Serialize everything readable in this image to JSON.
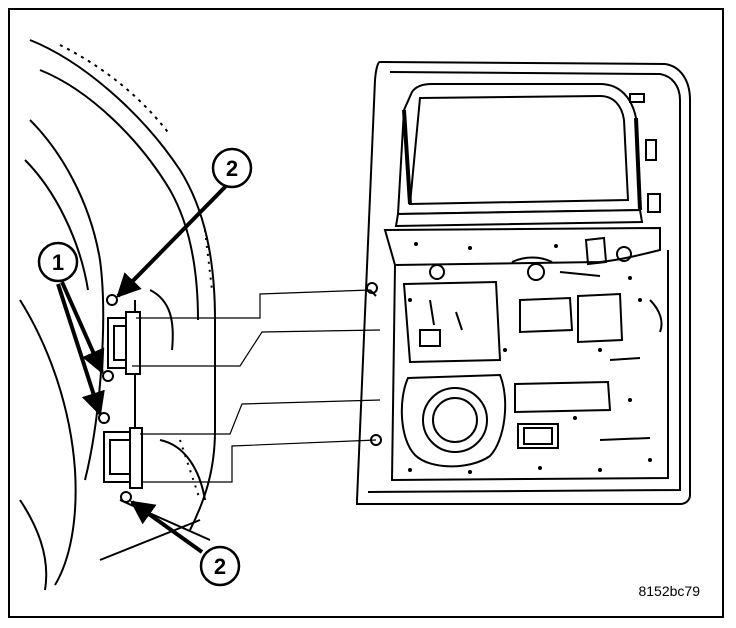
{
  "callouts": {
    "hinge_bolts_label": "1",
    "hinge_nuts_upper_label": "2",
    "hinge_nuts_lower_label": "2"
  },
  "figure_code": "8152bc79"
}
